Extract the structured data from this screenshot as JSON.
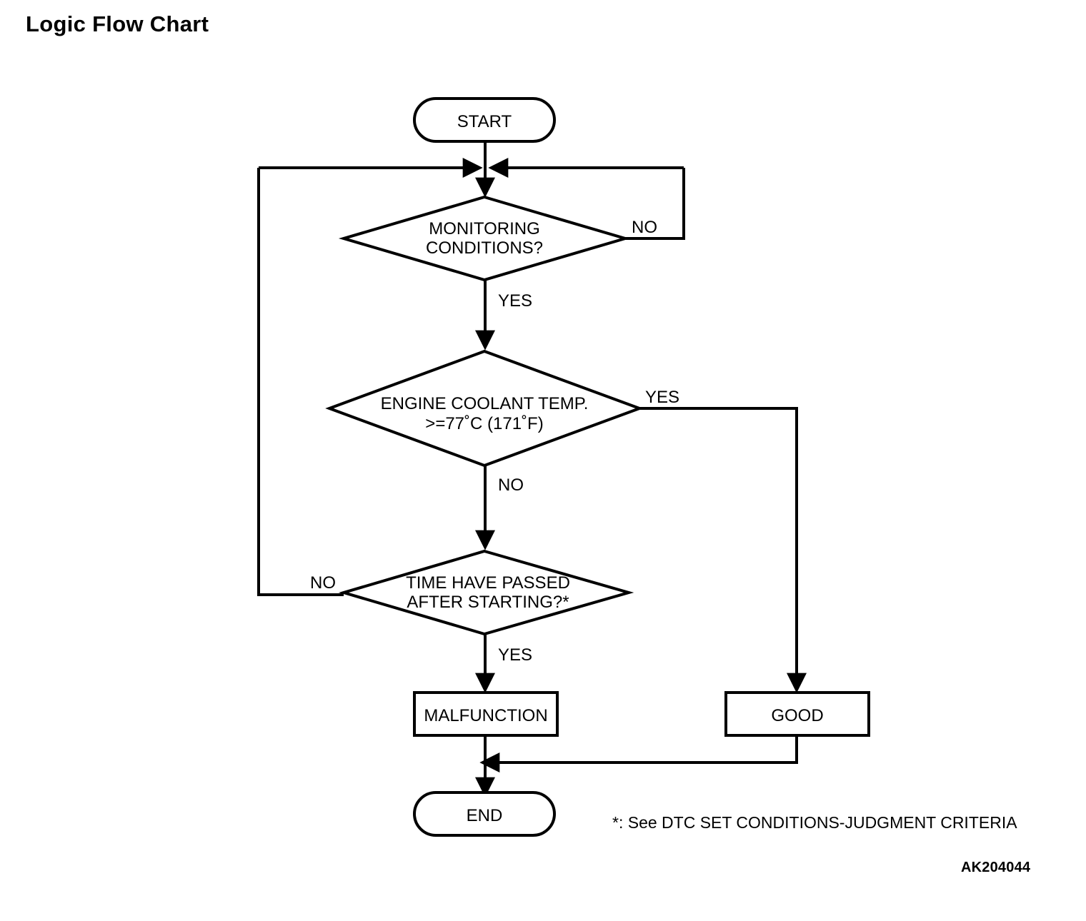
{
  "page": {
    "title": "Logic Flow Chart",
    "footnote": "*: See DTC SET CONDITIONS-JUDGMENT CRITERIA",
    "image_code": "AK204044",
    "background_color": "#ffffff",
    "line_color": "#000000"
  },
  "chart_data": {
    "type": "diagram",
    "diagram_kind": "flowchart",
    "title": "Logic Flow Chart",
    "nodes": [
      {
        "id": "start",
        "shape": "terminator",
        "label": "START"
      },
      {
        "id": "monitoring",
        "shape": "decision",
        "label": "MONITORING CONDITIONS?",
        "line1": "MONITORING",
        "line2": "CONDITIONS?"
      },
      {
        "id": "coolant",
        "shape": "decision",
        "label": "ENGINE COOLANT TEMP. >=77˚C (171˚F)",
        "line1": "ENGINE COOLANT TEMP.",
        "line2": ">=77˚C (171˚F)"
      },
      {
        "id": "time",
        "shape": "decision",
        "label": "TIME HAVE PASSED AFTER STARTING?*",
        "line1": "TIME HAVE PASSED",
        "line2": "AFTER STARTING?*"
      },
      {
        "id": "malfunction",
        "shape": "process",
        "label": "MALFUNCTION"
      },
      {
        "id": "good",
        "shape": "process",
        "label": "GOOD"
      },
      {
        "id": "end",
        "shape": "terminator",
        "label": "END"
      }
    ],
    "edges": [
      {
        "from": "start",
        "to": "monitoring",
        "label": ""
      },
      {
        "from": "monitoring",
        "to": "monitoring",
        "label": "NO",
        "route": "right-loop-back-to-entry"
      },
      {
        "from": "monitoring",
        "to": "coolant",
        "label": "YES"
      },
      {
        "from": "coolant",
        "to": "good",
        "label": "YES",
        "route": "right-down"
      },
      {
        "from": "coolant",
        "to": "time",
        "label": "NO"
      },
      {
        "from": "time",
        "to": "monitoring",
        "label": "NO",
        "route": "left-loop-back-to-entry"
      },
      {
        "from": "time",
        "to": "malfunction",
        "label": "YES"
      },
      {
        "from": "malfunction",
        "to": "end",
        "label": ""
      },
      {
        "from": "good",
        "to": "end",
        "label": "",
        "route": "down-left"
      }
    ]
  },
  "nodes": {
    "start": "START",
    "monitoring_line1": "MONITORING",
    "monitoring_line2": "CONDITIONS?",
    "coolant_line1": "ENGINE COOLANT TEMP.",
    "coolant_line2": ">=77˚C (171˚F)",
    "time_line1": "TIME HAVE PASSED",
    "time_line2": "AFTER STARTING?*",
    "malfunction": "MALFUNCTION",
    "good": "GOOD",
    "end": "END"
  },
  "edge_labels": {
    "monitoring_no": "NO",
    "monitoring_yes": "YES",
    "coolant_yes": "YES",
    "coolant_no": "NO",
    "time_no": "NO",
    "time_yes": "YES"
  }
}
